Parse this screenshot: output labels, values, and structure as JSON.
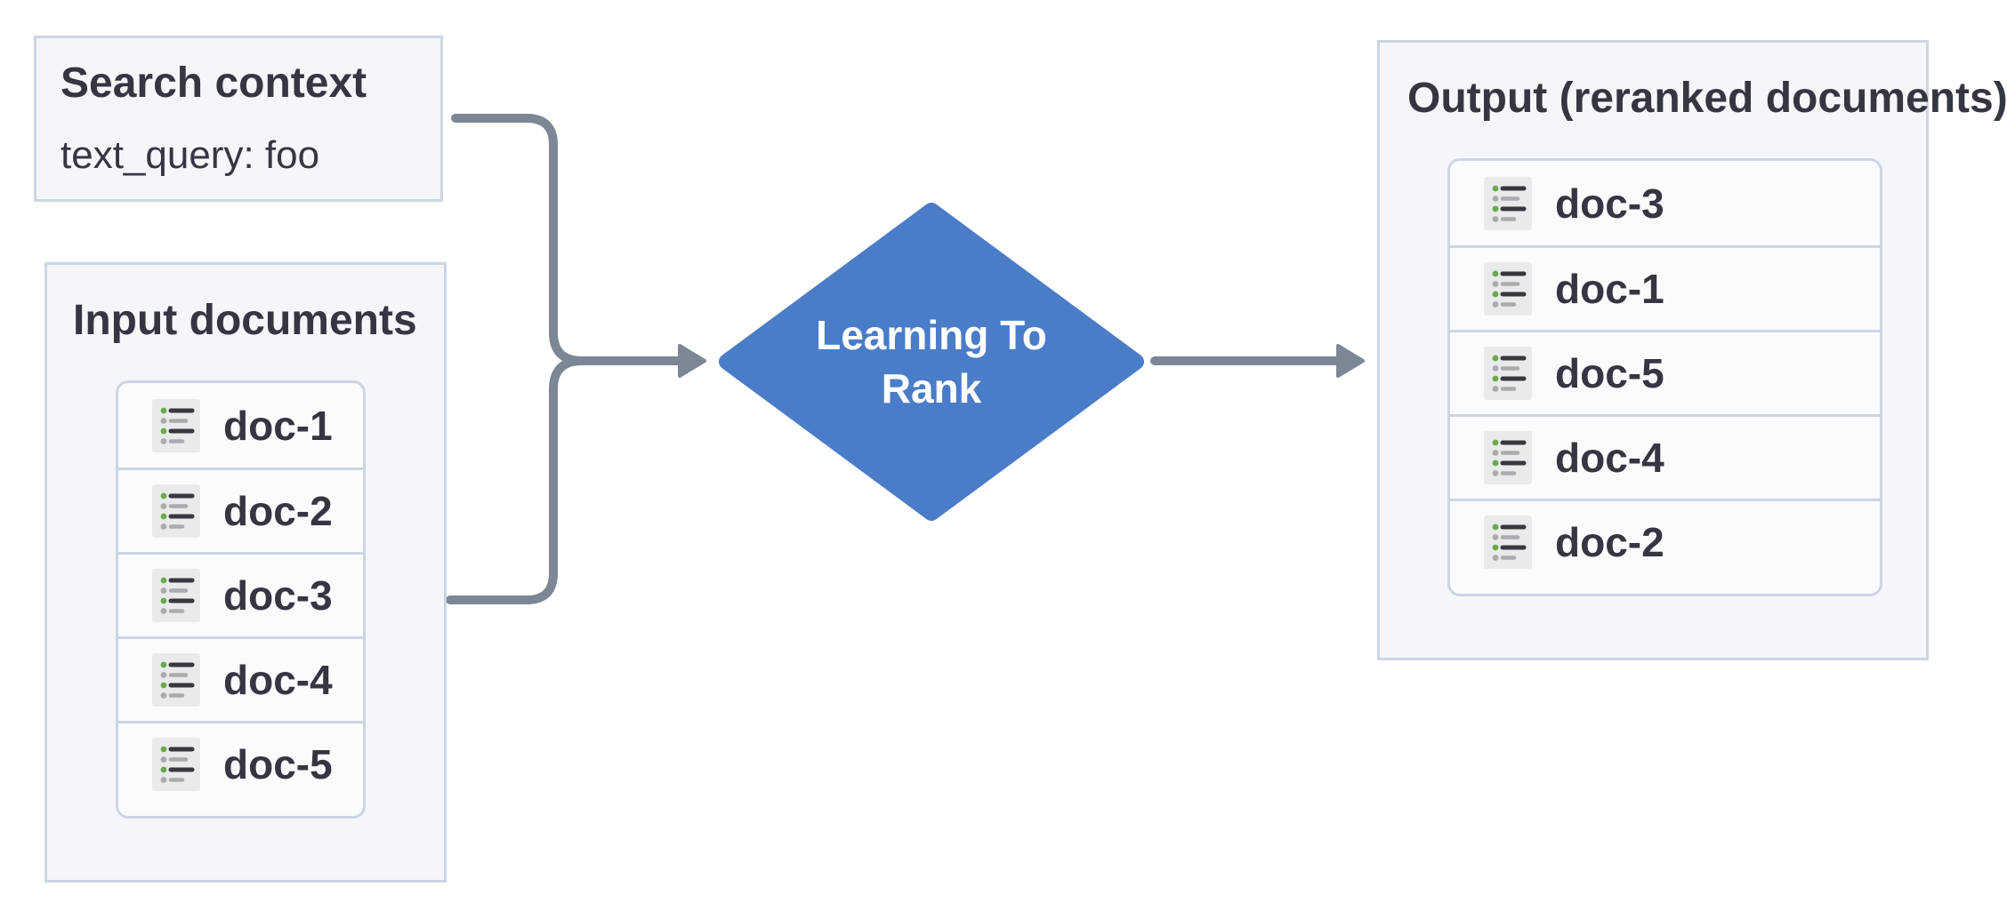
{
  "search_context": {
    "title": "Search context",
    "query": "text_query: foo"
  },
  "input_documents": {
    "title": "Input documents",
    "docs": [
      "doc-1",
      "doc-2",
      "doc-3",
      "doc-4",
      "doc-5"
    ]
  },
  "process": {
    "label_line1": "Learning To",
    "label_line2": "Rank"
  },
  "output_documents": {
    "title": "Output (reranked documents)",
    "docs": [
      "doc-3",
      "doc-1",
      "doc-5",
      "doc-4",
      "doc-2"
    ]
  },
  "icons": {
    "doc_icon": "bulleted-list-document-icon"
  },
  "colors": {
    "node_blue": "#4a7cc7",
    "connector_gray": "#7c8795",
    "panel_bg": "#f4f6f9",
    "panel_border": "#ccd6e3",
    "row_bg": "#fafbfd",
    "text": "#343741",
    "icon_bg": "#e9eaeb",
    "icon_green": "#67ab4a",
    "icon_gray": "#a8acb0",
    "icon_dark": "#35393f"
  }
}
